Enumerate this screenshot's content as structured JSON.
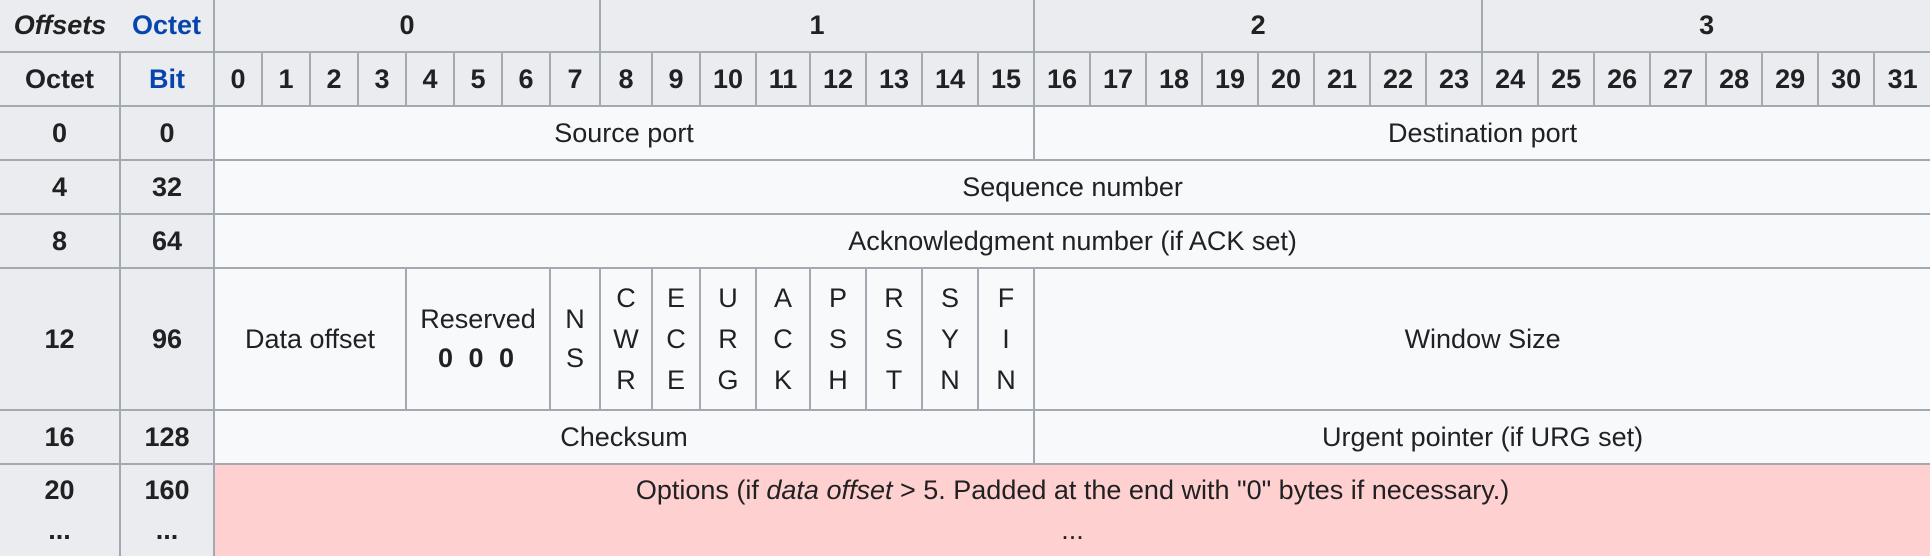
{
  "header": {
    "offsets_label": "Offsets",
    "octet_label_top": "Octet",
    "octet_label_left": "Octet",
    "bit_label": "Bit",
    "octet_groups": [
      "0",
      "1",
      "2",
      "3"
    ],
    "bits": [
      "0",
      "1",
      "2",
      "3",
      "4",
      "5",
      "6",
      "7",
      "8",
      "9",
      "10",
      "11",
      "12",
      "13",
      "14",
      "15",
      "16",
      "17",
      "18",
      "19",
      "20",
      "21",
      "22",
      "23",
      "24",
      "25",
      "26",
      "27",
      "28",
      "29",
      "30",
      "31"
    ]
  },
  "rows": [
    {
      "octet": "0",
      "bit": "0",
      "fields": {
        "source_port": "Source port",
        "destination_port": "Destination port"
      }
    },
    {
      "octet": "4",
      "bit": "32",
      "fields": {
        "sequence_number": "Sequence number"
      }
    },
    {
      "octet": "8",
      "bit": "64",
      "fields": {
        "ack_number": "Acknowledgment number (if ACK set)"
      }
    },
    {
      "octet": "12",
      "bit": "96",
      "fields": {
        "data_offset": "Data offset",
        "reserved": "Reserved",
        "reserved_bits": "0 0 0",
        "flags": [
          {
            "letters": [
              "N",
              "S"
            ]
          },
          {
            "letters": [
              "C",
              "W",
              "R"
            ]
          },
          {
            "letters": [
              "E",
              "C",
              "E"
            ]
          },
          {
            "letters": [
              "U",
              "R",
              "G"
            ]
          },
          {
            "letters": [
              "A",
              "C",
              "K"
            ]
          },
          {
            "letters": [
              "P",
              "S",
              "H"
            ]
          },
          {
            "letters": [
              "R",
              "S",
              "T"
            ]
          },
          {
            "letters": [
              "S",
              "Y",
              "N"
            ]
          },
          {
            "letters": [
              "F",
              "I",
              "N"
            ]
          }
        ],
        "window_size": "Window Size"
      }
    },
    {
      "octet": "16",
      "bit": "128",
      "fields": {
        "checksum": "Checksum",
        "urgent_pointer": "Urgent pointer (if URG set)"
      }
    },
    {
      "octet": "20",
      "octet_more": "...",
      "bit": "160",
      "bit_more": "...",
      "fields": {
        "options_prefix": "Options (if ",
        "options_em": "data offset",
        "options_suffix": " > 5. Padded at the end with \"0\" bytes if necessary.)",
        "options_more": "..."
      }
    }
  ],
  "colors": {
    "header_bg": "#eaecf0",
    "cell_bg": "#f8f9fa",
    "border": "#a2a9b1",
    "link_blue": "#0645ad",
    "options_bg": "#ffd0d0"
  }
}
